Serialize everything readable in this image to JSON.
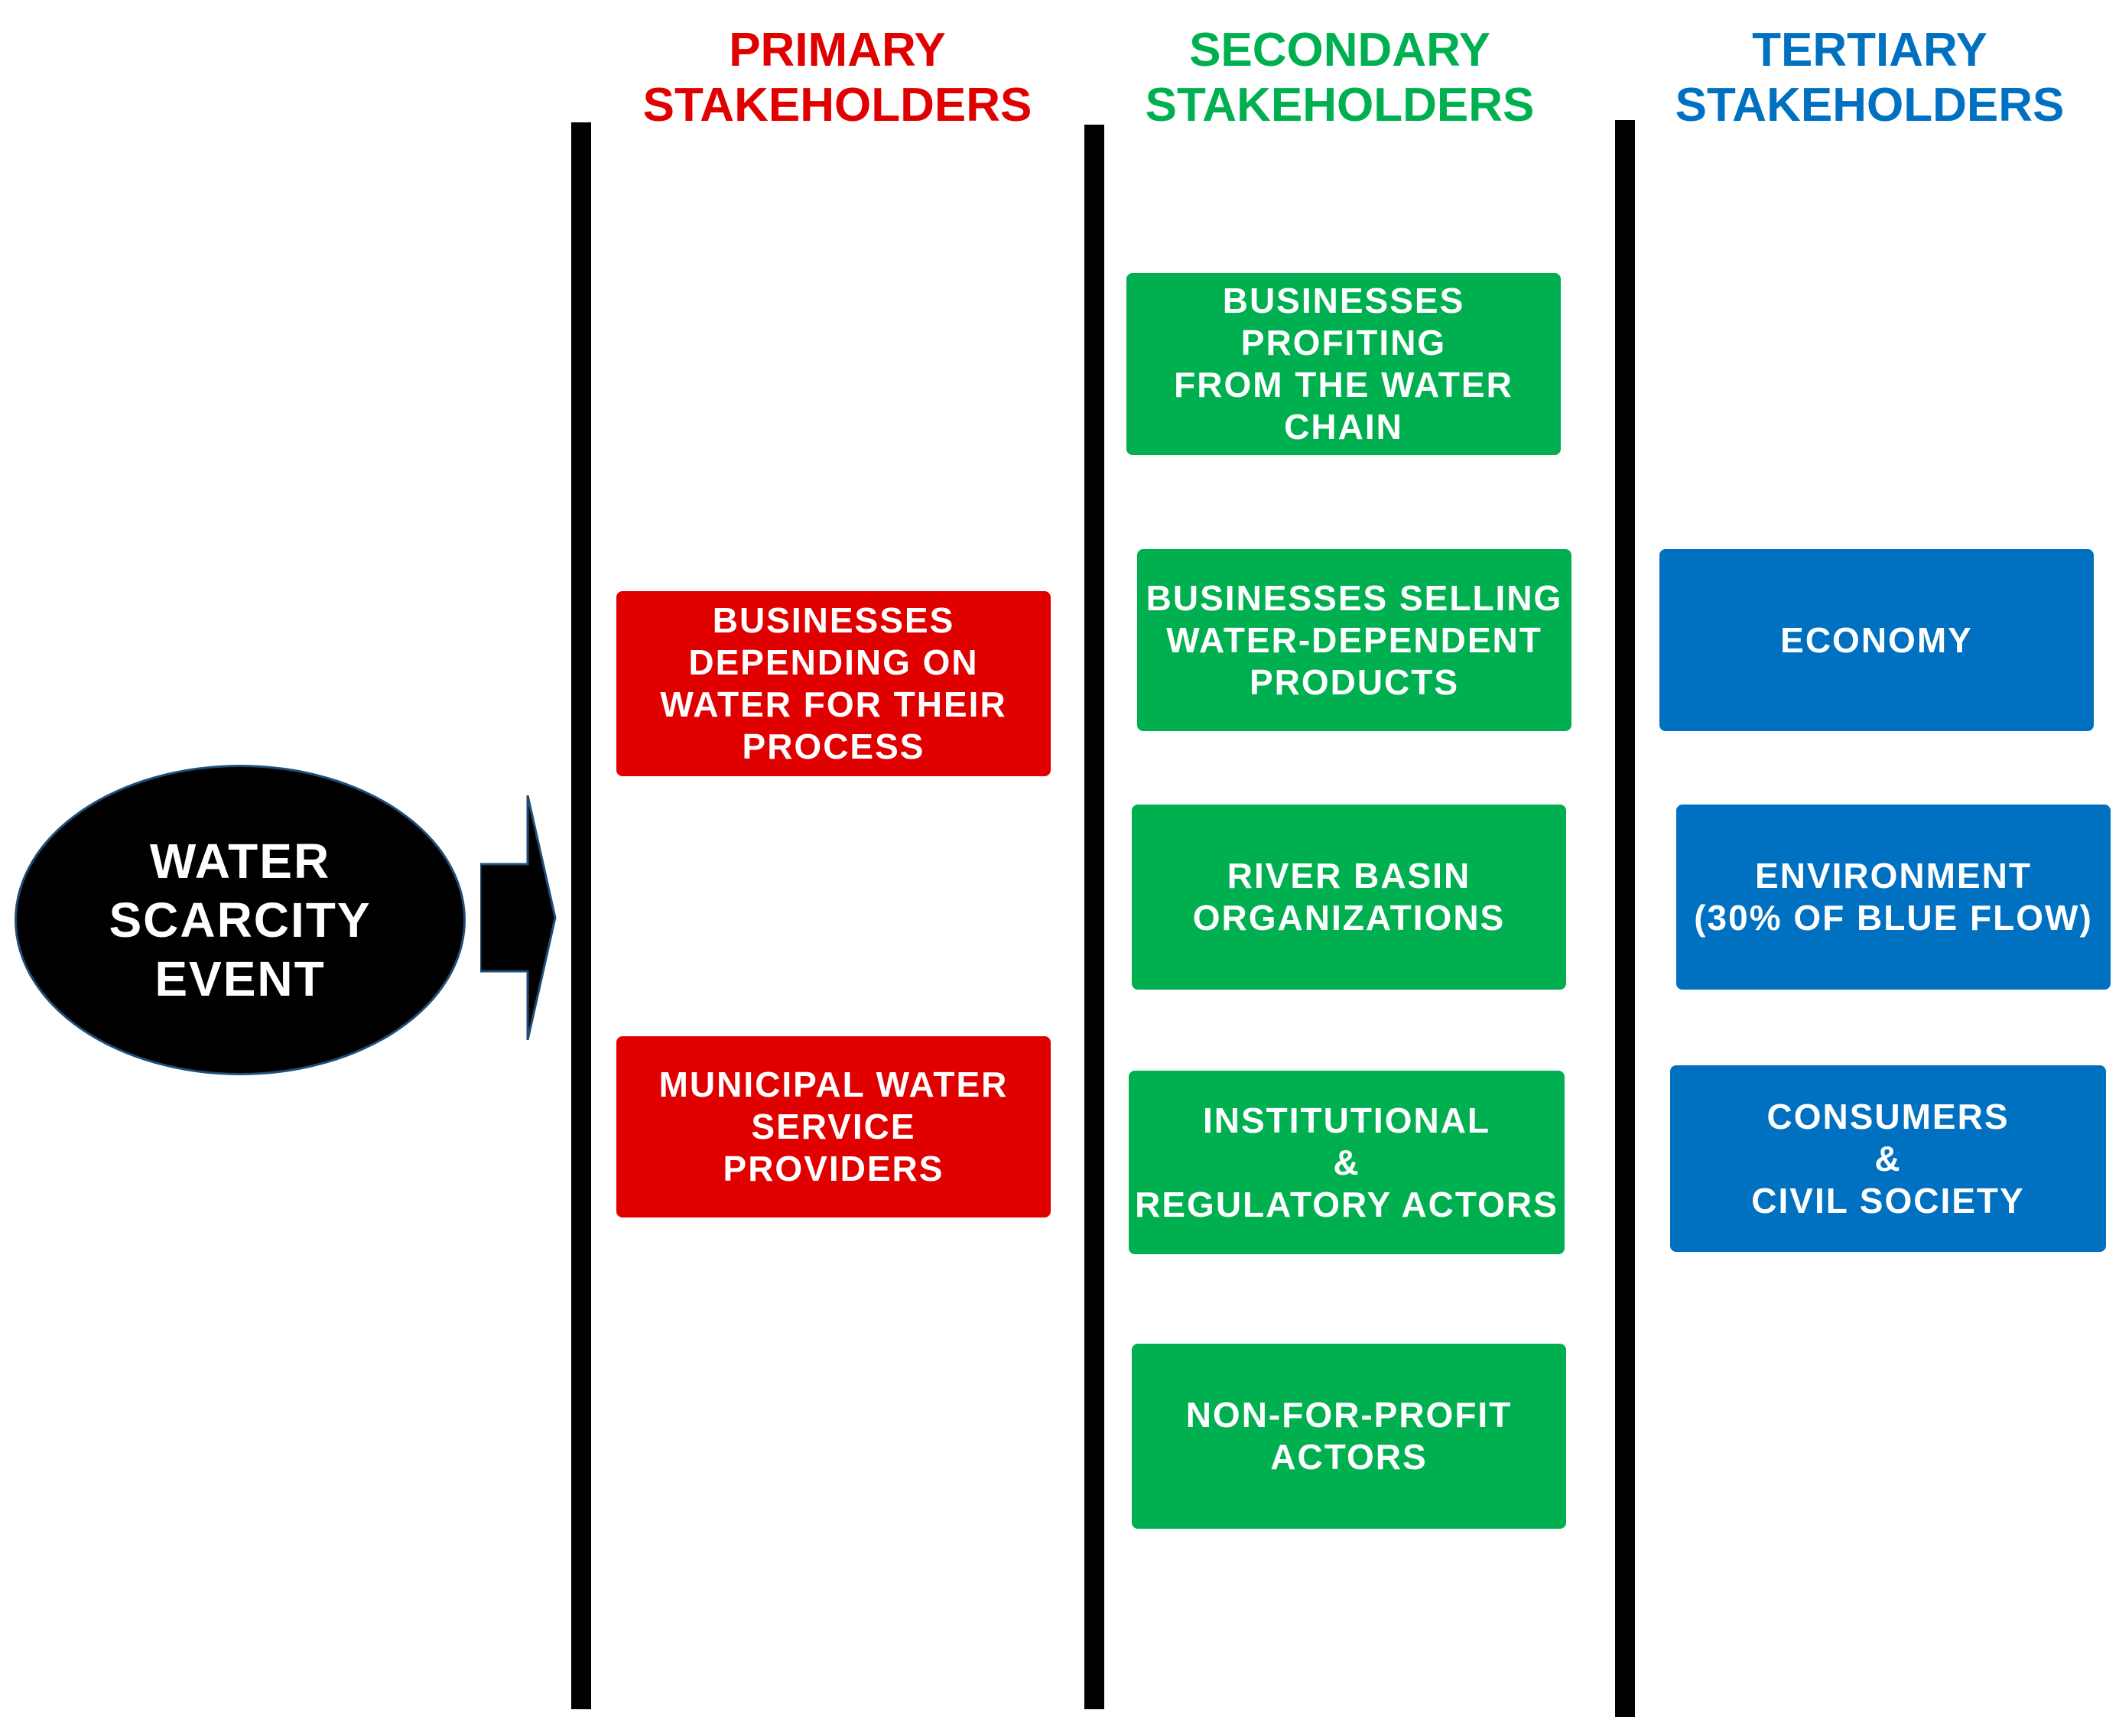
{
  "headers": {
    "primary": "PRIMARY\nSTAKEHOLDERS",
    "secondary": "SECONDARY\nSTAKEHOLDERS",
    "tertiary": "TERTIARY\nSTAKEHOLDERS"
  },
  "event": "WATER\nSCARCITY\nEVENT",
  "primary": [
    "BUSINESSES\nDEPENDING ON\nWATER FOR THEIR\nPROCESS",
    "MUNICIPAL WATER\nSERVICE\nPROVIDERS"
  ],
  "secondary": [
    "BUSINESSES\nPROFITING\nFROM THE WATER\nCHAIN",
    "BUSINESSES SELLING\nWATER-DEPENDENT\nPRODUCTS",
    "RIVER BASIN\nORGANIZATIONS",
    "INSTITUTIONAL\n&\nREGULATORY ACTORS",
    "NON-FOR-PROFIT\nACTORS"
  ],
  "tertiary": [
    "ECONOMY",
    "ENVIRONMENT\n(30% OF BLUE FLOW)",
    "CONSUMERS\n&\nCIVIL SOCIETY"
  ],
  "colors": {
    "primary": "#e00000",
    "secondary": "#00b050",
    "tertiary": "#0070c0"
  }
}
